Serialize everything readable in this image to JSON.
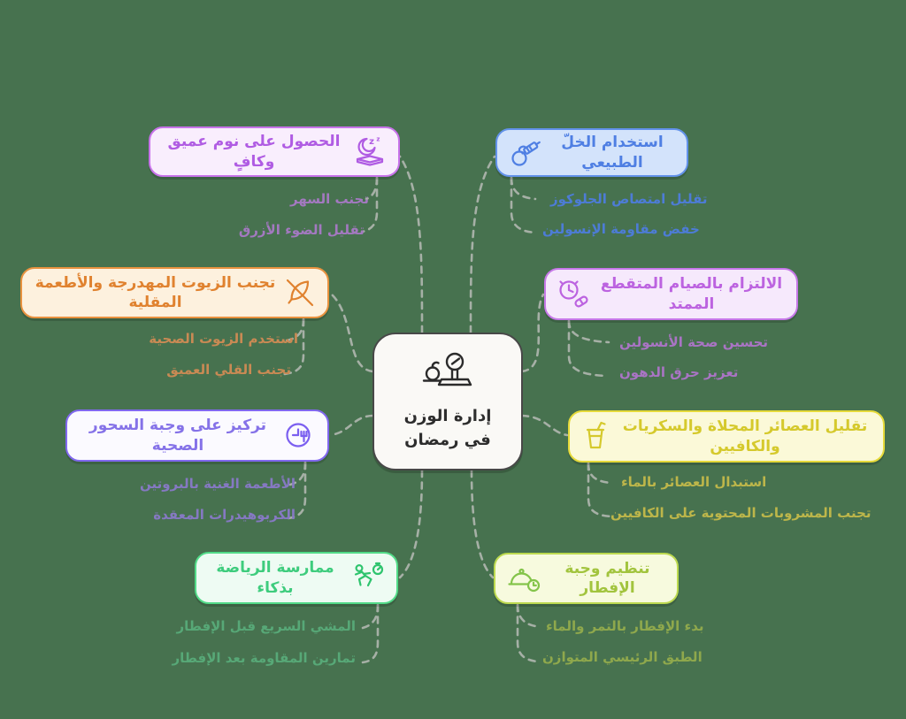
{
  "canvas": {
    "background_color": "#47724f",
    "connector_color": "#a6b0a6"
  },
  "center": {
    "title": "إدارة الوزن في رمضان",
    "icon": "weight-scale-icon",
    "bg": "#faf9f6",
    "border": "#484848"
  },
  "branches": [
    {
      "id": "vinegar",
      "label": "استخدام الخلّ الطبيعي",
      "icon": "apple-syringe-icon",
      "bg": "#d3e3fb",
      "border": "#6292ea",
      "text": "#4f7fe3",
      "children": [
        {
          "label": "تقليل امتصاص الجلوكوز"
        },
        {
          "label": "خفض مقاومة الإنسولين"
        }
      ]
    },
    {
      "id": "fasting",
      "label": "الالتزام بالصيام المتقطع الممتد",
      "icon": "alarm-clock-pill-icon",
      "bg": "#f6e9fc",
      "border": "#c678e8",
      "text": "#bc63e0",
      "children": [
        {
          "label": "تحسين صحة الأنسولين"
        },
        {
          "label": "تعزيز حرق الدهون"
        }
      ]
    },
    {
      "id": "juices",
      "label": "تقليل العصائر المحلاة والسكريات والكافيين",
      "icon": "juice-cup-icon",
      "bg": "#fbf9d8",
      "border": "#e6da3a",
      "text": "#d5c92c",
      "children": [
        {
          "label": "استبدال العصائر بالماء"
        },
        {
          "label": "تجنب المشروبات المحتوية على الكافيين"
        }
      ]
    },
    {
      "id": "iftar",
      "label": "تنظيم وجبة الإفطار",
      "icon": "cloche-clock-icon",
      "bg": "#f7fade",
      "border": "#bcd94f",
      "text": "#a2c43e",
      "children": [
        {
          "label": "بدء الإفطار بالتمر والماء"
        },
        {
          "label": "الطبق الرئيسي المتوازن"
        }
      ]
    },
    {
      "id": "sleep",
      "label": "الحصول على نوم عميق وكافٍ",
      "icon": "sleep-moon-icon",
      "bg": "#f9eefd",
      "border": "#c873ea",
      "text": "#b05ce3",
      "children": [
        {
          "label": "تجنب السهر"
        },
        {
          "label": "تقليل الضوء الأزرق"
        }
      ]
    },
    {
      "id": "oils",
      "label": "تجنب الزيوت المهدرجة والأطعمة المقلية",
      "icon": "no-fried-leaf-icon",
      "bg": "#fdf1de",
      "border": "#e8923f",
      "text": "#e0822f",
      "children": [
        {
          "label": "استخدم الزيوت الصحية"
        },
        {
          "label": "تجنب القلي العميق"
        }
      ]
    },
    {
      "id": "suhoor",
      "label": "تركيز على وجبة السحور الصحية",
      "icon": "plate-clock-fork-icon",
      "bg": "#fbfaff",
      "border": "#8168ef",
      "text": "#8572e8",
      "children": [
        {
          "label": "الأطعمة الغنية بالبروتين"
        },
        {
          "label": "الكربوهيدرات المعقدة"
        }
      ]
    },
    {
      "id": "exercise",
      "label": "ممارسة الرياضة بذكاء",
      "icon": "runner-stopwatch-icon",
      "bg": "#eefbf3",
      "border": "#52db88",
      "text": "#3ecc7d",
      "children": [
        {
          "label": "المشي السريع قبل الإفطار"
        },
        {
          "label": "تمارين المقاومة بعد الإفطار"
        }
      ]
    }
  ]
}
